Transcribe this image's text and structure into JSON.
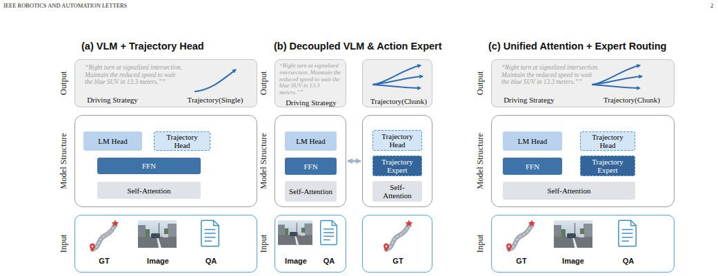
{
  "diagram": {
    "nodes": [
      {
        "text": [
          "Output",
          "“Right turn at signalized intersection. Maintain the reduced speed to wait the blue SUV in 13.3 meters.””",
          "Driving Strategy",
          "Trajectory(Single)"
        ]
      },
      {
        "text": [
          "Model Structure"
        ]
      },
      {
        "text": [
          "LM Head"
        ],
        "in": 1
      },
      {
        "text": [
          "Trajectory Head"
        ],
        "in": 1
      },
      {
        "text": [
          "FFN"
        ],
        "in": 1
      },
      {
        "text": [
          "Self-Attention"
        ],
        "in": 1
      },
      {
        "text": [
          "Input",
          "GT",
          "Image",
          "QA"
        ]
      },
      {
        "text": [
          "Output",
          "“Right turn at signalized intersection. Maintain the reduced speed to wait the blue SUV in 13.3 meters.””",
          "Driving Strategy"
        ]
      },
      {
        "text": [
          "Trajectory(Chunk)"
        ]
      },
      {
        "text": [
          "Model Structure"
        ]
      },
      {
        "text": [
          "LM Head"
        ],
        "in": 9
      },
      {
        "text": [
          "FFN"
        ],
        "in": 9
      },
      {
        "text": [
          "Self-Attention"
        ],
        "in": 9
      },
      {
        "text": []
      },
      {
        "text": [
          "Trajectory Head"
        ],
        "in": 13
      },
      {
        "text": [
          "Trajectory Expert"
        ],
        "in": 13
      },
      {
        "text": [
          "Self-Attention"
        ],
        "in": 13
      },
      {
        "text": [
          "Input",
          "Image",
          "QA"
        ]
      },
      {
        "text": [
          "GT"
        ]
      },
      {
        "text": [
          "Output",
          "“Right turn at signalized intersection. Maintain the reduced speed to wait the blue SUV in 13.3 meters.””",
          "Driving Strategy",
          "Trajectory(Chunk)"
        ]
      },
      {
        "text": [
          "Model Structure"
        ]
      },
      {
        "text": [
          "LM Head"
        ],
        "in": 20
      },
      {
        "text": [
          "Trajectory Head"
        ],
        "in": 20
      },
      {
        "text": [
          "FFN"
        ],
        "in": 20
      },
      {
        "text": [
          "Trajectory Expert"
        ],
        "in": 20
      },
      {
        "text": [
          "Self-Attention"
        ],
        "in": 20
      },
      {
        "text": [
          "Input",
          "GT",
          "Image",
          "QA"
        ]
      }
    ],
    "edges": [
      {
        "from": 9,
        "to": 13,
        "arrow": "both"
      }
    ],
    "labels": [
      "IEEE ROBOTICS AND AUTOMATION LETTERS",
      "2",
      "(a) VLM + Trajectory Head",
      "(b) Decoupled VLM & Action Expert",
      "(c) Unified Attention + Expert Routing"
    ]
  }
}
